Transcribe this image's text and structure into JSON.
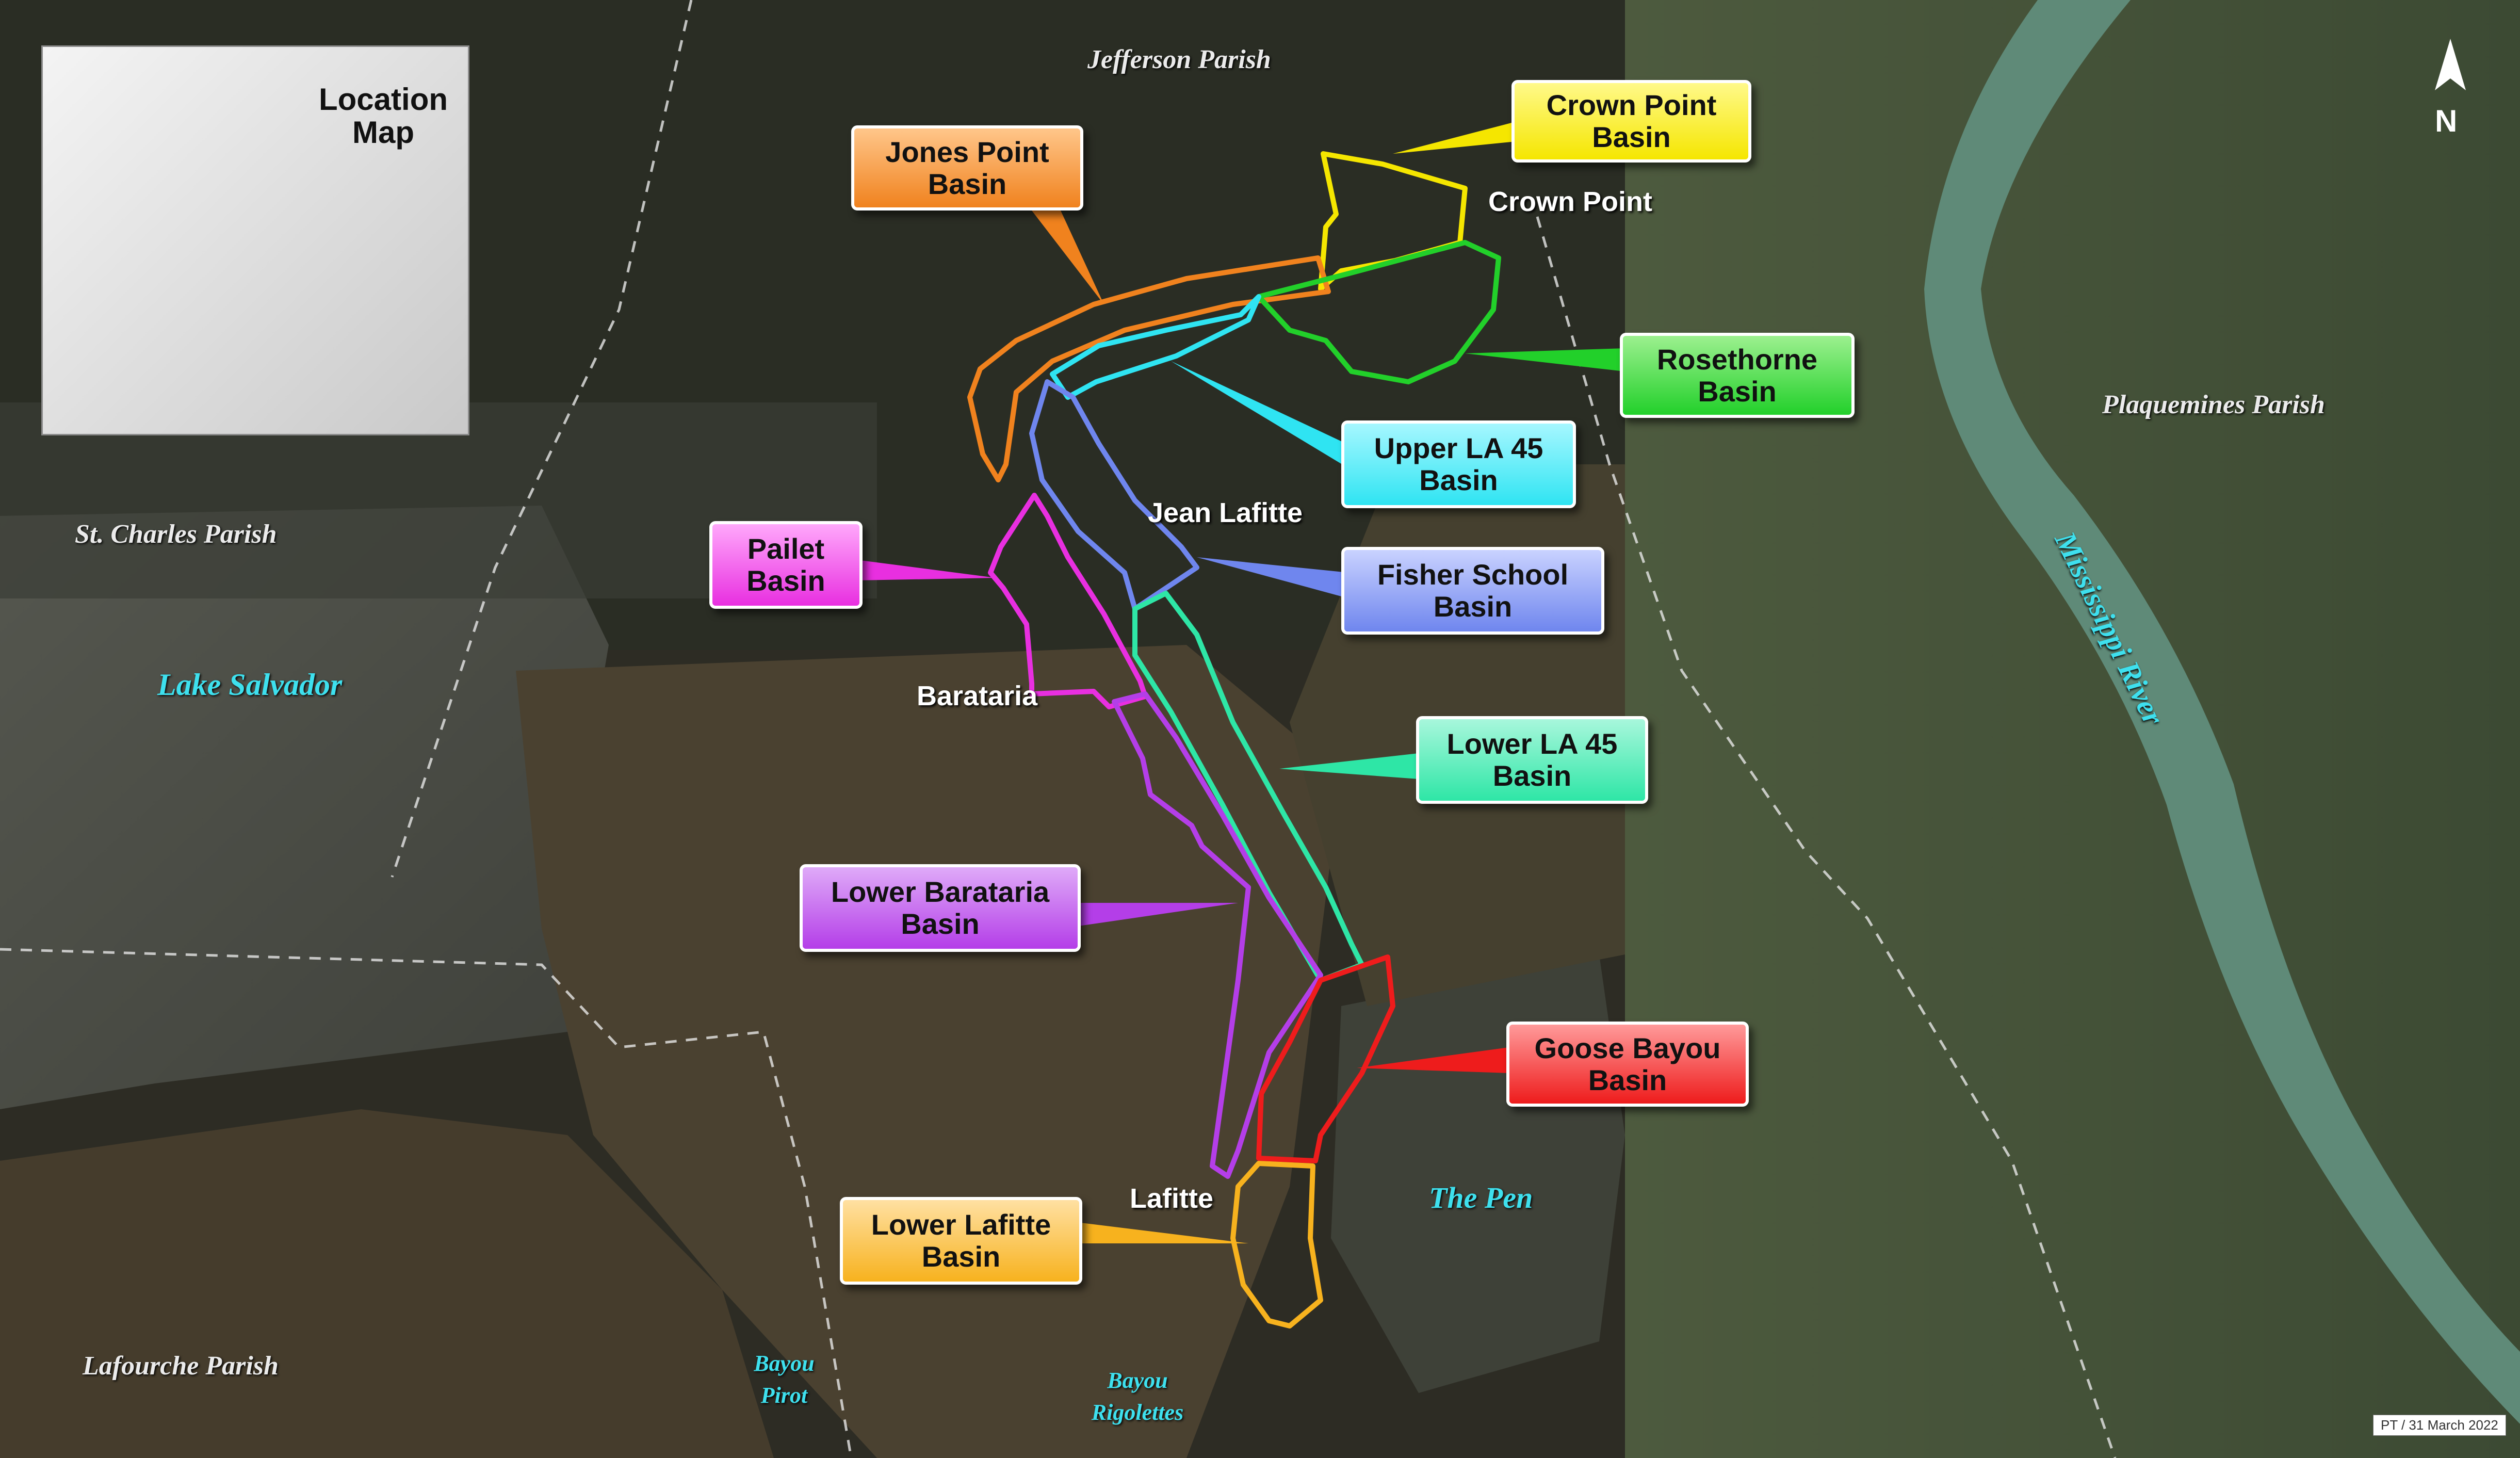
{
  "inset": {
    "title_line1": "Location",
    "title_line2": "Map"
  },
  "north_arrow": "N",
  "credit": "PT / 31 March 2022",
  "parishes": {
    "jefferson": "Jefferson Parish",
    "plaquemines": "Plaquemines Parish",
    "st_charles": "St. Charles Parish",
    "lafourche": "Lafourche Parish"
  },
  "water_bodies": {
    "mississippi": "Mississippi River",
    "lake_salvador": "Lake Salvador",
    "the_pen": "The Pen",
    "bayou_pirot_1": "Bayou",
    "bayou_pirot_2": "Pirot",
    "bayou_rigolettes_1": "Bayou",
    "bayou_rigolettes_2": "Rigolettes"
  },
  "places": {
    "crown_point": "Crown Point",
    "jean_lafitte": "Jean Lafitte",
    "barataria": "Barataria",
    "lafitte": "Lafitte"
  },
  "basins": {
    "crown_point": {
      "line1": "Crown Point",
      "line2": "Basin",
      "color": "#f5e600"
    },
    "jones_point": {
      "line1": "Jones Point",
      "line2": "Basin",
      "color": "#f0821e"
    },
    "rosethorne": {
      "line1": "Rosethorne",
      "line2": "Basin",
      "color": "#22d02a"
    },
    "upper_la45": {
      "line1": "Upper LA 45",
      "line2": "Basin",
      "color": "#2fe4f2"
    },
    "pailet": {
      "line1": "Pailet",
      "line2": "Basin",
      "color": "#e82fe0"
    },
    "fisher_school": {
      "line1": "Fisher School",
      "line2": "Basin",
      "color": "#6f86ee"
    },
    "lower_la45": {
      "line1": "Lower LA 45",
      "line2": "Basin",
      "color": "#2ee6a6"
    },
    "lower_barataria": {
      "line1": "Lower Barataria",
      "line2": "Basin",
      "color": "#b43ee8"
    },
    "goose_bayou": {
      "line1": "Goose Bayou",
      "line2": "Basin",
      "color": "#ee1c1c"
    },
    "lower_lafitte": {
      "line1": "Lower Lafitte",
      "line2": "Basin",
      "color": "#f7b21e"
    }
  }
}
